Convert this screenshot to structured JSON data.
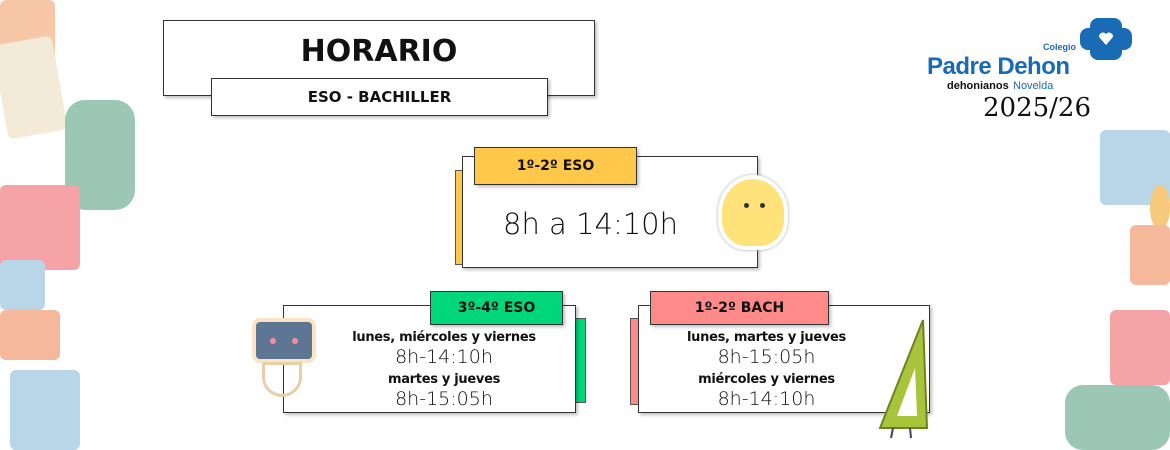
{
  "header": {
    "title": "HORARIO",
    "subtitle": "ESO - BACHILLER"
  },
  "logo": {
    "small": "Colegio",
    "name": "Padre Dehon",
    "sub1": "dehonianos",
    "sub2": "Novelda",
    "year": "2025/26",
    "brand_color": "#1a6bb5"
  },
  "cards": [
    {
      "tab": "1º-2º ESO",
      "color": "#ffc84a",
      "time": "8h a 14:10h"
    },
    {
      "tab": "3º-4º ESO",
      "color": "#00d77a",
      "rows": [
        {
          "days": "lunes, miércoles y viernes",
          "time": "8h-14:10h"
        },
        {
          "days": "martes y  jueves",
          "time": "8h-15:05h"
        }
      ]
    },
    {
      "tab": "1º-2º BACH",
      "color": "#ff8a8a",
      "rows": [
        {
          "days": "lunes, martes y jueves",
          "time": "8h-15:05h"
        },
        {
          "days": "miércoles y  viernes",
          "time": "8h-14:10h"
        }
      ]
    }
  ]
}
